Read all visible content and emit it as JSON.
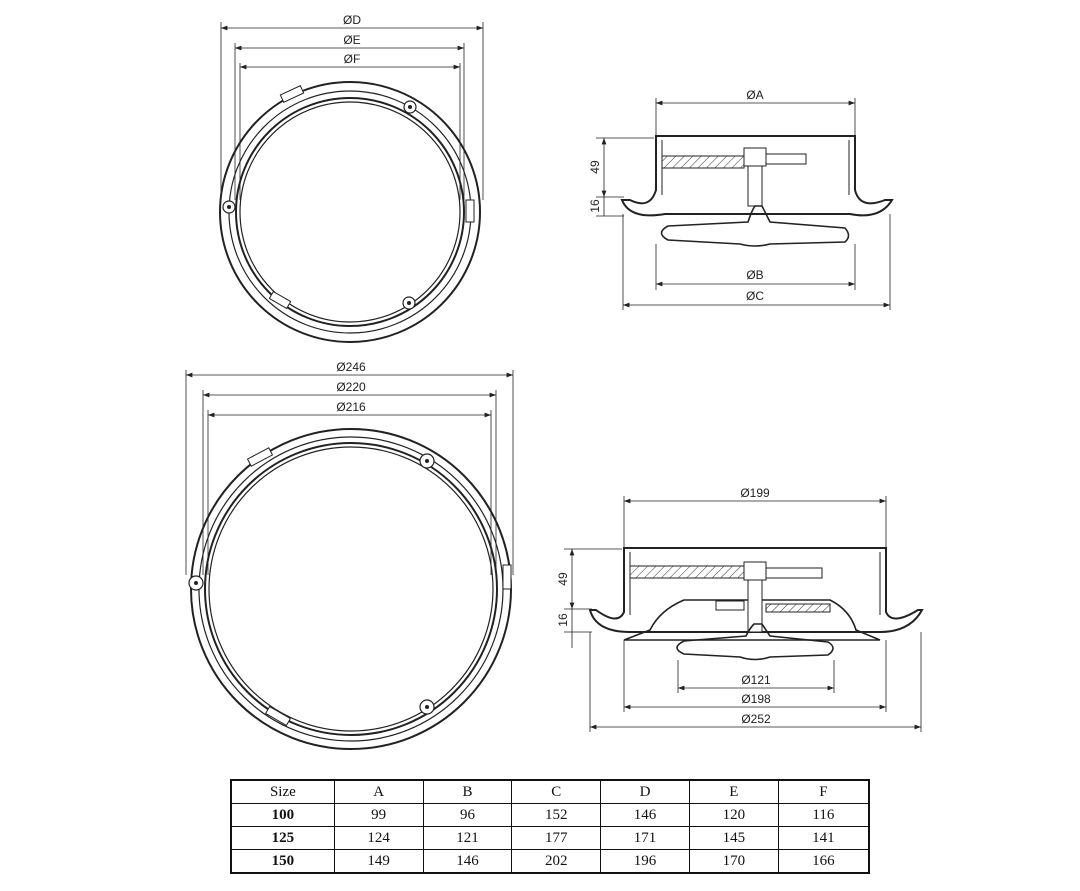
{
  "top_plan": {
    "dim_d": "ØD",
    "dim_e": "ØE",
    "dim_f": "ØF"
  },
  "top_side": {
    "dim_a": "ØA",
    "dim_b": "ØB",
    "dim_c": "ØC",
    "height": "49",
    "flange": "16"
  },
  "bottom_plan": {
    "dim_1": "Ø246",
    "dim_2": "Ø220",
    "dim_3": "Ø216"
  },
  "bottom_side": {
    "dim_top": "Ø199",
    "dim_1": "Ø121",
    "dim_2": "Ø198",
    "dim_3": "Ø252",
    "height": "49",
    "flange": "16"
  },
  "table": {
    "headers": [
      "Size",
      "A",
      "B",
      "C",
      "D",
      "E",
      "F"
    ],
    "rows": [
      [
        "100",
        "99",
        "96",
        "152",
        "146",
        "120",
        "116"
      ],
      [
        "125",
        "124",
        "121",
        "177",
        "171",
        "145",
        "141"
      ],
      [
        "150",
        "149",
        "146",
        "202",
        "196",
        "170",
        "166"
      ]
    ]
  }
}
